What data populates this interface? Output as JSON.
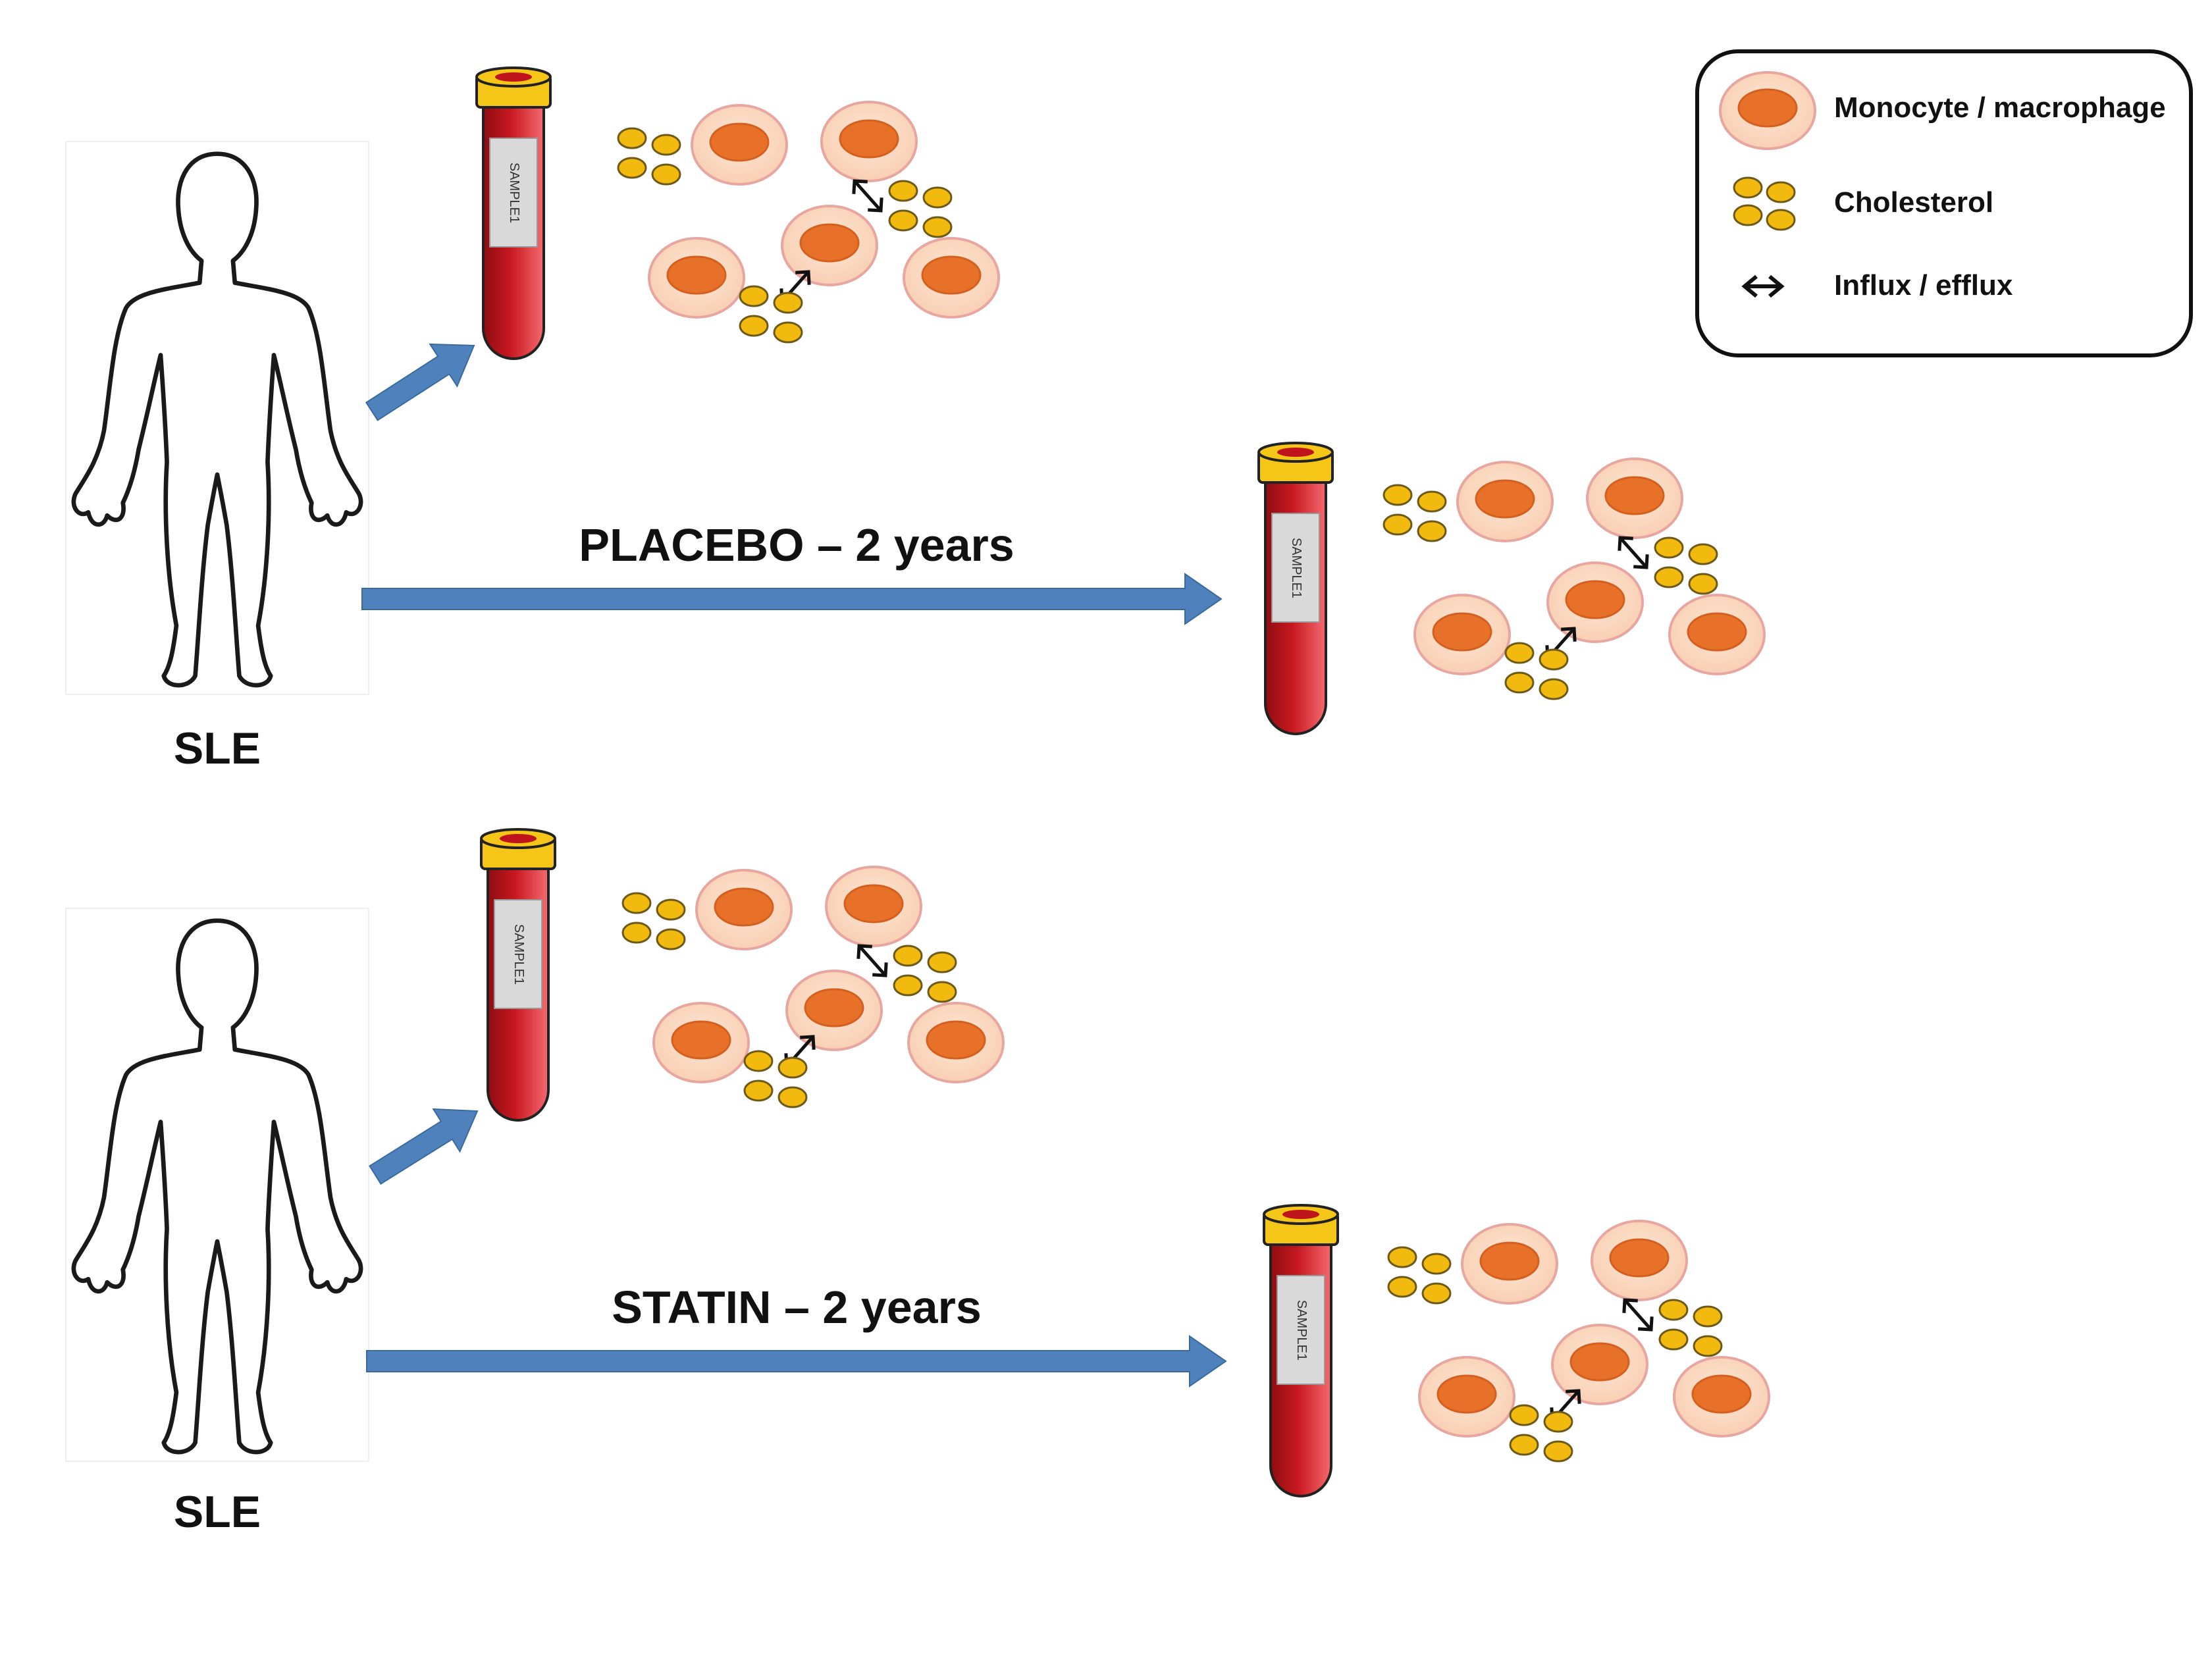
{
  "colors": {
    "arrow_blue": "#4f81bd",
    "tube_red": "#c0141c",
    "tube_cap": "#f5c518",
    "cell_fill": "#fbd8c0",
    "nucleus": "#e8712a",
    "cholesterol": "#f2b90f",
    "outline": "#222222"
  },
  "labels": {
    "group1": "SLE",
    "group2": "SLE",
    "treatment1": "PLACEBO – 2 years",
    "treatment2": "STATIN – 2 years",
    "tube_label": "SAMPLE1"
  },
  "legend": {
    "items": [
      {
        "icon": "cell-icon",
        "label": "Monocyte / macrophage"
      },
      {
        "icon": "cholesterol-icon",
        "label": "Cholesterol"
      },
      {
        "icon": "double-arrow-icon",
        "label": "Influx / efflux"
      }
    ]
  }
}
